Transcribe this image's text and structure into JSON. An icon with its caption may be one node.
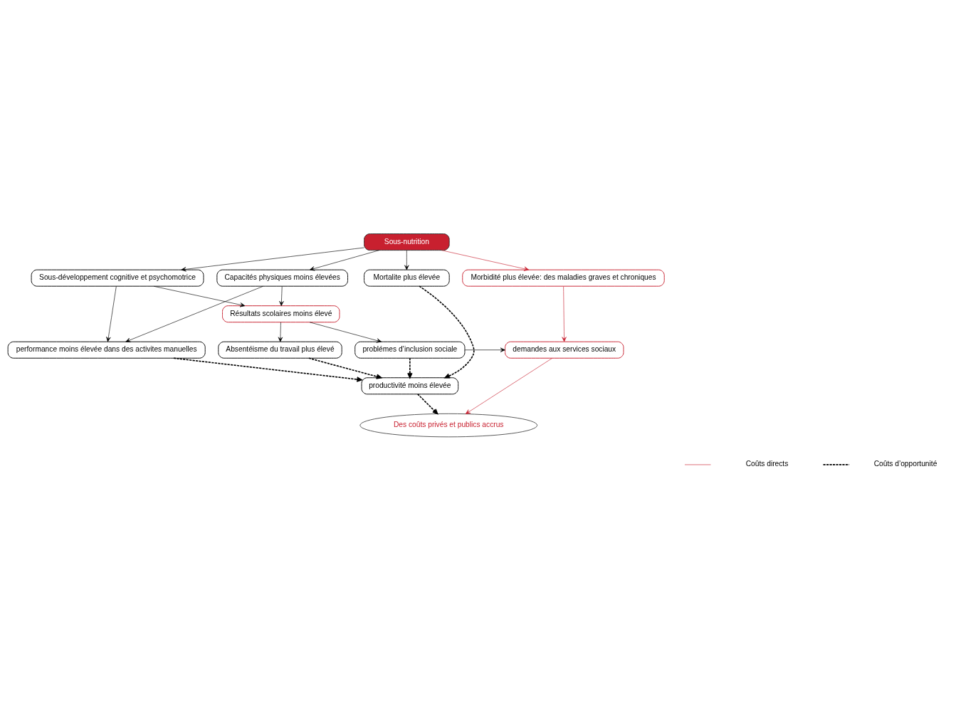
{
  "diagram": {
    "nodes": [
      {
        "text": [
          "Des coûts privés et publics accrus"
        ]
      },
      {
        "text": [
          "productivité moins élevée"
        ]
      },
      {
        "text": [
          "Absentéisme du travail plus élevé"
        ]
      },
      {
        "text": [
          "demandes aux services sociaux"
        ]
      },
      {
        "text": [
          "problémes d’inclusion sociale"
        ]
      },
      {
        "text": [
          "performance moins élevée dans des activites manuelles"
        ]
      },
      {
        "text": [
          "Résultats scolaires moins élevé"
        ]
      },
      {
        "text": [
          "Mortalite plus élevée"
        ]
      },
      {
        "text": [
          "Morbidité plus élevée: des maladies graves et chroniques"
        ]
      },
      {
        "text": [
          "Sous-développement cognitive et psychomotrice"
        ]
      },
      {
        "text": [
          "Capacités physiques moins élevées"
        ]
      },
      {
        "text": [
          "Sous-nutrition"
        ]
      }
    ],
    "edges": [
      {
        "from": 1,
        "to": 0,
        "arrow": "to",
        "style": "dashed"
      },
      {
        "from": 7,
        "to": 1,
        "arrow": "to",
        "style": "dashed"
      },
      {
        "from": 2,
        "to": 1,
        "arrow": "to",
        "style": "dashed"
      },
      {
        "from": 4,
        "to": 1,
        "arrow": "to",
        "style": "dashed"
      },
      {
        "from": 5,
        "to": 1,
        "arrow": "to",
        "style": "dashed"
      },
      {
        "from": 3,
        "to": 0,
        "arrow": "to",
        "color": "#c8202f"
      },
      {
        "from": 4,
        "to": 3,
        "arrow": "to"
      },
      {
        "from": 6,
        "to": 2,
        "arrow": "to"
      },
      {
        "from": 6,
        "to": 4,
        "arrow": "to"
      },
      {
        "from": 9,
        "to": 6,
        "arrow": "to"
      },
      {
        "from": 9,
        "to": 5,
        "arrow": "to"
      },
      {
        "from": 10,
        "to": 6,
        "arrow": "to"
      },
      {
        "from": 10,
        "to": 5,
        "arrow": "to"
      },
      {
        "from": 8,
        "to": 3,
        "arrow": "to",
        "color": "#c8202f"
      },
      {
        "from": 11,
        "to": 7,
        "arrow": "to"
      },
      {
        "from": 11,
        "to": 8,
        "arrow": "to",
        "color": "#c8202f"
      },
      {
        "from": 11,
        "to": 9,
        "arrow": "to"
      },
      {
        "from": 11,
        "to": 10,
        "arrow": "to"
      }
    ],
    "legend": [
      {
        "text": "Coûts directs"
      },
      {
        "text": "Coûts d’opportunité"
      }
    ]
  }
}
